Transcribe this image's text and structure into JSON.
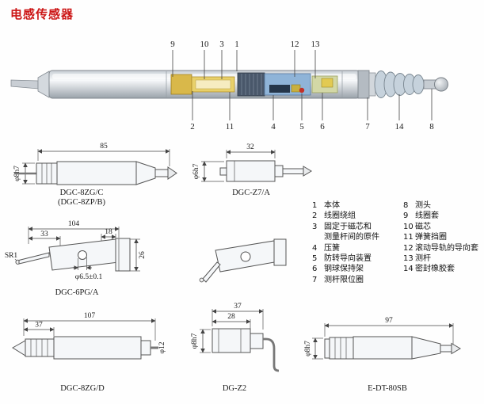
{
  "title": "电感传感器",
  "main_diagram": {
    "callouts_top": [
      "9",
      "10",
      "3",
      "1",
      "12",
      "13"
    ],
    "callouts_bottom": [
      "2",
      "11",
      "4",
      "5",
      "6",
      "7",
      "14",
      "8"
    ]
  },
  "drawings": {
    "dgc_8zg_c": {
      "label": "DGC-8ZG/C",
      "sublabel": "(DGC-8ZP/B)",
      "dim_length": "85",
      "dim_dia": "φ8h7"
    },
    "dgc_z7_a": {
      "label": "DGC-Z7/A",
      "dim_length": "32",
      "dim_dia": "φ6h7"
    },
    "dgc_6pg_a": {
      "label": "DGC-6PG/A",
      "dim_total": "104",
      "dim_left": "33",
      "dim_right": "18",
      "dim_tip": "SR1",
      "dim_hole": "φ6.5±0.1",
      "dim_height": "26"
    },
    "dgc_8zg_d": {
      "label": "DGC-8ZG/D",
      "dim_total": "107",
      "dim_left": "37",
      "dim_dia": "φ12"
    },
    "dg_z2": {
      "label": "DG-Z2",
      "dim_total": "37",
      "dim_inner": "28",
      "dim_dia": "φ8h7"
    },
    "e_dt_80sb": {
      "label": "E-DT-80SB",
      "dim_total": "97",
      "dim_dia": "φ8h7"
    }
  },
  "legend": {
    "left": [
      {
        "num": "1",
        "text": "本体"
      },
      {
        "num": "2",
        "text": "线圈绕组"
      },
      {
        "num": "3",
        "text": "固定于磁芯和"
      },
      {
        "num": "",
        "text": "测量杆间的原件"
      },
      {
        "num": "4",
        "text": "压簧"
      },
      {
        "num": "5",
        "text": "防转导向装置"
      },
      {
        "num": "6",
        "text": "钢球保持架"
      },
      {
        "num": "7",
        "text": "测杆限位圈"
      }
    ],
    "right": [
      {
        "num": "8",
        "text": "测头"
      },
      {
        "num": "9",
        "text": "线圈套"
      },
      {
        "num": "10",
        "text": "磁芯"
      },
      {
        "num": "11",
        "text": "弹簧挡圈"
      },
      {
        "num": "12",
        "text": "滚动导轨的导向套"
      },
      {
        "num": "13",
        "text": "测杆"
      },
      {
        "num": "14",
        "text": "密封橡胶套"
      }
    ]
  }
}
